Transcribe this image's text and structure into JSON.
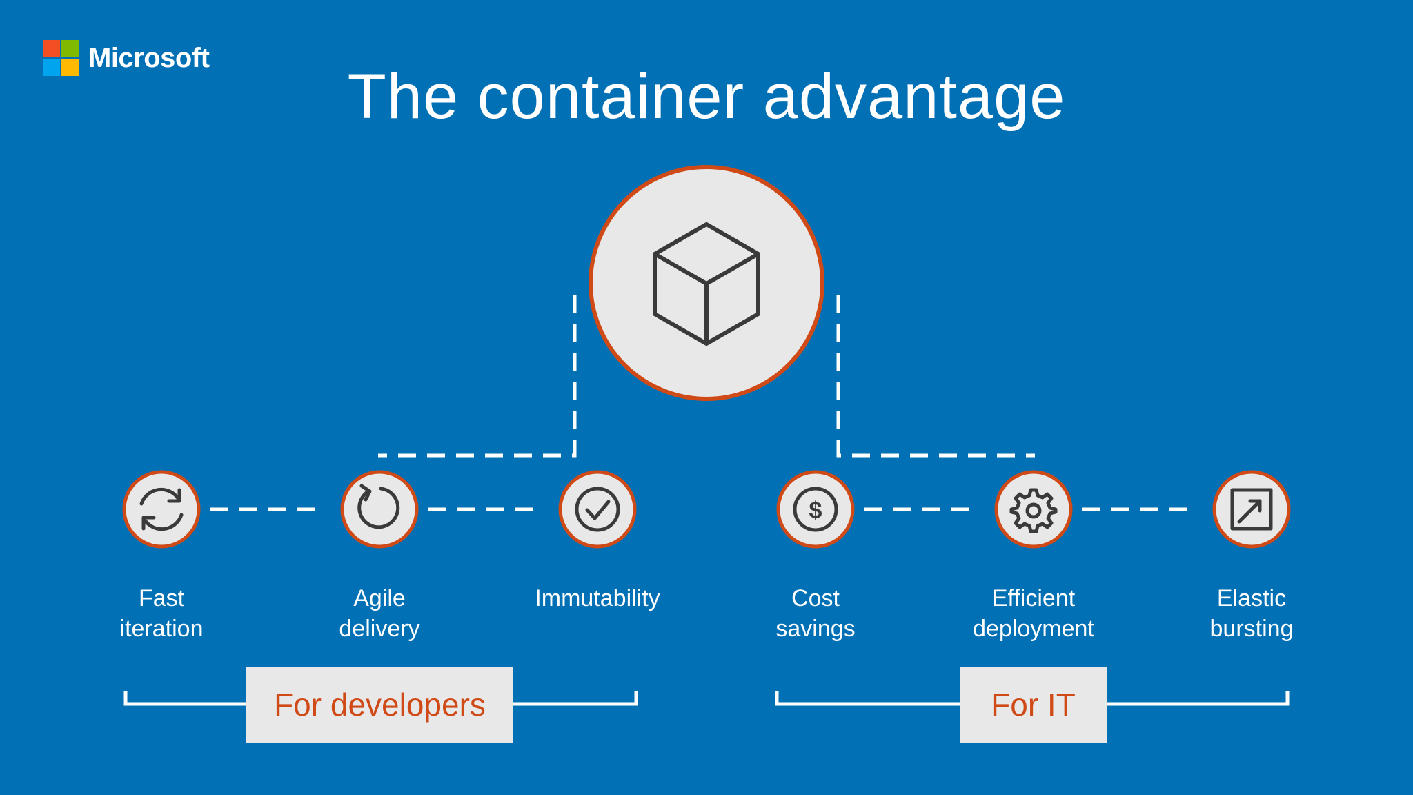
{
  "brand": {
    "name": "Microsoft",
    "logo_colors": [
      "#f25022",
      "#7fba00",
      "#00a4ef",
      "#ffb900"
    ]
  },
  "title": "The container advantage",
  "colors": {
    "background": "#0270b5",
    "node_fill": "#e8e8e8",
    "node_border": "#d04a17",
    "icon_stroke": "#3a3a3a",
    "connector": "#ffffff"
  },
  "center_node": {
    "icon": "cube-icon"
  },
  "benefits": [
    {
      "icon": "sync-arrows-icon",
      "line1": "Fast",
      "line2": "iteration"
    },
    {
      "icon": "refresh-icon",
      "line1": "Agile",
      "line2": "delivery"
    },
    {
      "icon": "checkmark-icon",
      "line1": "Immutability",
      "line2": ""
    },
    {
      "icon": "dollar-icon",
      "line1": "Cost",
      "line2": "savings"
    },
    {
      "icon": "gear-icon",
      "line1": "Efficient",
      "line2": "deployment"
    },
    {
      "icon": "expand-arrow-icon",
      "line1": "Elastic",
      "line2": "bursting"
    }
  ],
  "groups": [
    {
      "label": "For developers"
    },
    {
      "label": "For IT"
    }
  ]
}
